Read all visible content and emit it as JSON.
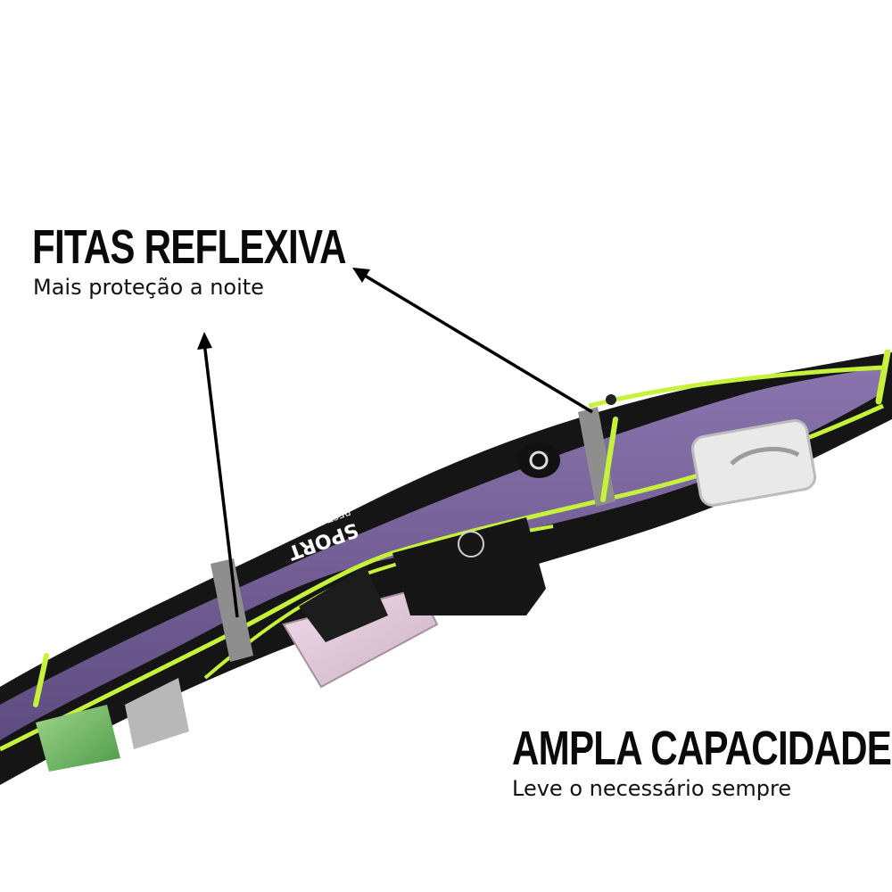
{
  "annotations": {
    "reflective": {
      "title": "FITAS REFLEXIVA",
      "subtitle": "Mais proteção a noite"
    },
    "capacity": {
      "title": "AMPLA CAPACIDADE",
      "subtitle": "Leve o necessário sempre"
    }
  },
  "product": {
    "logo_text": "SPORT",
    "logo_subtext": "BEST FASHION"
  },
  "colors": {
    "belt_body": "#6e5a92",
    "belt_body_light": "#8a74ad",
    "belt_black": "#151515",
    "zipper_trim": "#c6f23a",
    "reflective_strip": "#8e8e8e",
    "text": "#0a0a0a",
    "arrow": "#000000"
  }
}
